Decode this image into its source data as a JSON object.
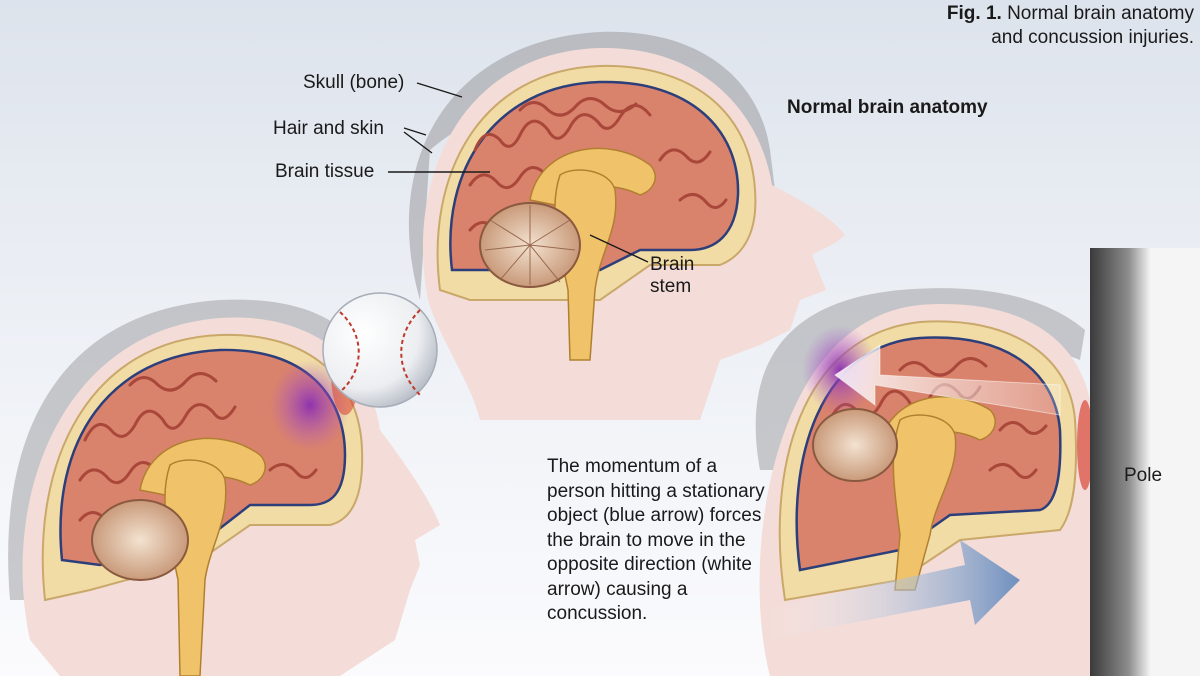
{
  "figure": {
    "caption_number": "Fig. 1.",
    "caption_line1": "Normal brain anatomy",
    "caption_line2": "and concussion injuries.",
    "heading": "Normal brain anatomy"
  },
  "labels": {
    "skull": "Skull (bone)",
    "hair_skin": "Hair and skin",
    "brain_tissue": "Brain tissue",
    "brain_stem_line1": "Brain",
    "brain_stem_line2": "stem",
    "pole": "Pole"
  },
  "description": {
    "text": "The momentum of a person hitting a stationary object (blue arrow) forces the brain to move in the opposite direction (white arrow) causing a concussion."
  },
  "colors": {
    "skin": "#f4dcd8",
    "skull": "#f1dca6",
    "brain": "#d9826c",
    "brain_dark": "#a9473b",
    "bruise": "#9b3fb8",
    "stem": "#f0c36a",
    "blue_arrow": "#6e8fbe",
    "pole": "#4a4a4a"
  }
}
